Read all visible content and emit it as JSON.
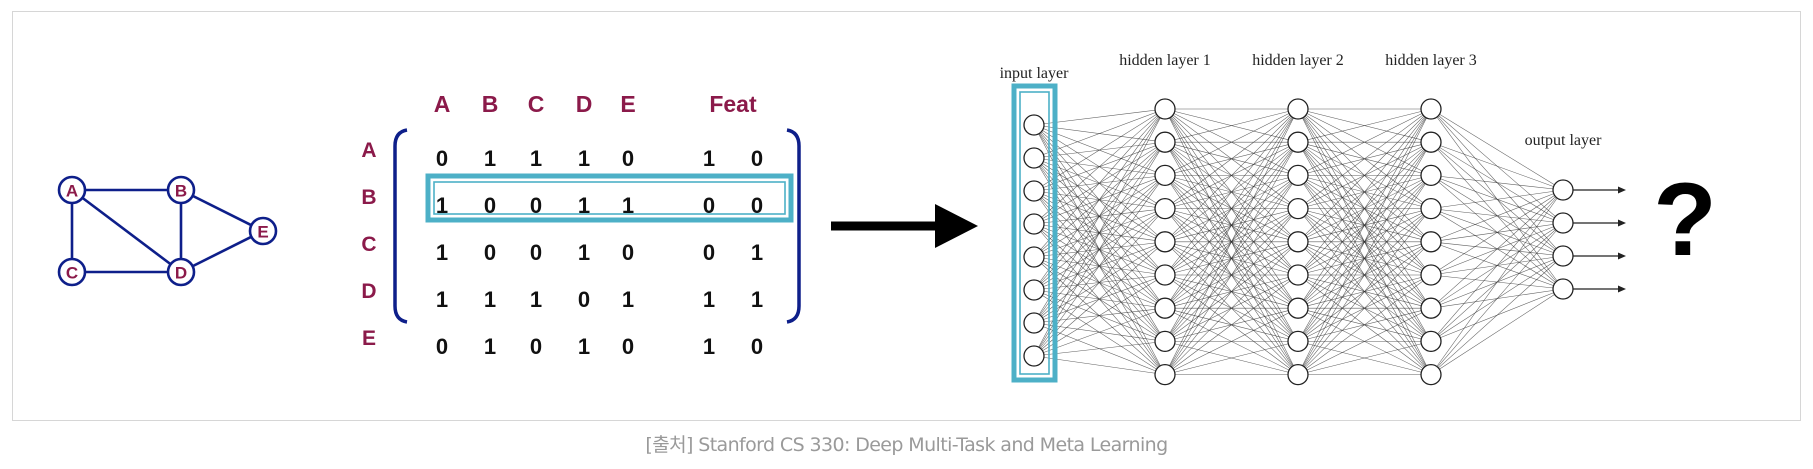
{
  "graph": {
    "nodes": [
      {
        "id": "A",
        "label": "A"
      },
      {
        "id": "B",
        "label": "B"
      },
      {
        "id": "C",
        "label": "C"
      },
      {
        "id": "D",
        "label": "D"
      },
      {
        "id": "E",
        "label": "E"
      }
    ],
    "edges": [
      [
        "A",
        "B"
      ],
      [
        "A",
        "C"
      ],
      [
        "A",
        "D"
      ],
      [
        "B",
        "D"
      ],
      [
        "B",
        "E"
      ],
      [
        "C",
        "D"
      ],
      [
        "D",
        "E"
      ]
    ],
    "color": "#0e1f8a"
  },
  "matrix": {
    "col_headers": [
      "A",
      "B",
      "C",
      "D",
      "E"
    ],
    "feat_header": "Feat",
    "row_headers": [
      "A",
      "B",
      "C",
      "D",
      "E"
    ],
    "rows": [
      [
        "0",
        "1",
        "1",
        "1",
        "0",
        "1",
        "0"
      ],
      [
        "1",
        "0",
        "0",
        "1",
        "1",
        "0",
        "0"
      ],
      [
        "1",
        "0",
        "0",
        "1",
        "0",
        "0",
        "1"
      ],
      [
        "1",
        "1",
        "1",
        "0",
        "1",
        "1",
        "1"
      ],
      [
        "0",
        "1",
        "0",
        "1",
        "0",
        "1",
        "0"
      ]
    ],
    "highlighted_row": "B",
    "label_color": "#8b1a4a",
    "bracket_color": "#0e1f8a",
    "highlight_color": "#4db0c7"
  },
  "network": {
    "input_label": "input layer",
    "hidden_labels": [
      "hidden layer 1",
      "hidden layer 2",
      "hidden layer 3"
    ],
    "output_label": "output layer"
  },
  "result_symbol": "?",
  "caption": "[출처] Stanford CS 330: Deep Multi-Task and Meta Learning"
}
